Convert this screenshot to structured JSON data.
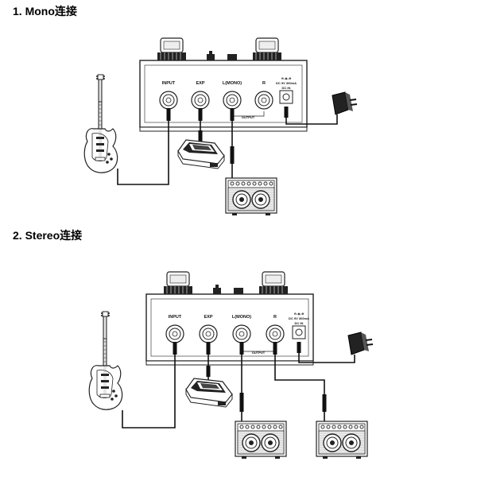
{
  "sections": [
    {
      "title": "1. Mono连接"
    },
    {
      "title": "2. Stereo连接"
    }
  ],
  "pedal": {
    "jack_labels": [
      "INPUT",
      "EXP",
      "L(MONO)",
      "R"
    ],
    "power_label": "DC 9V 300mA",
    "dc_label": "DC IN",
    "output_label": "OUTPUT"
  }
}
